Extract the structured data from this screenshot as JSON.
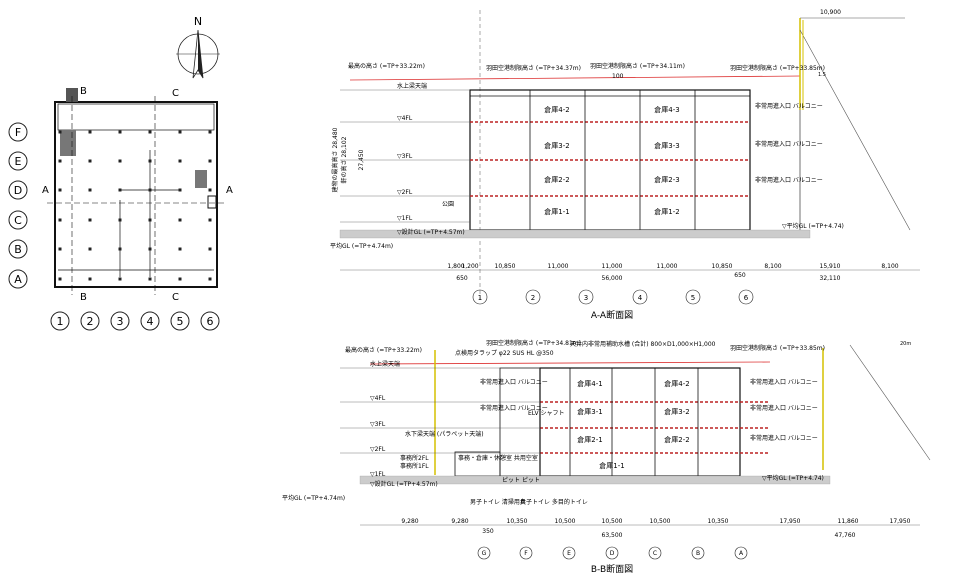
{
  "compass": {
    "label": "N"
  },
  "plan": {
    "row_grid": [
      "F",
      "E",
      "D",
      "C",
      "B",
      "A"
    ],
    "col_grid": [
      "1",
      "2",
      "3",
      "4",
      "5",
      "6"
    ],
    "section_marks": {
      "b": "B",
      "c": "C",
      "a": "A"
    }
  },
  "section_aa": {
    "title": "A-A断面図",
    "bays": [
      "1,800",
      "1,200",
      "10,850",
      "11,000",
      "11,000",
      "11,000",
      "10,850",
      "8,100",
      "15,910",
      "8,100"
    ],
    "totals": {
      "left": "650",
      "main": "56,000",
      "right_offset": "650",
      "site": "32,110",
      "top_dim": "10,900"
    },
    "grid_labels": [
      "1",
      "2",
      "3",
      "4",
      "5",
      "6"
    ],
    "rooms": [
      "倉庫4-2",
      "倉庫4-3",
      "倉庫3-2",
      "倉庫3-3",
      "倉庫2-2",
      "倉庫2-3",
      "倉庫1-1",
      "倉庫1-2"
    ],
    "levels": [
      "水上梁天端",
      "▽4FL",
      "▽3FL",
      "▽2FL",
      "▽1FL",
      "▽設計GL (=TP+4.57m)",
      "平均GL (=TP+4.74m)"
    ],
    "texts": {
      "max_height": "最高の高さ (=TP+33.22m)",
      "haneda1": "羽田空港制限高さ (=TP+34.37m)",
      "haneda2": "羽田空港制限高さ (=TP+34.11m)",
      "haneda3": "羽田空港制限高さ (=TP+33.85m)",
      "park": "公園",
      "heights_v1": "建物の最高高さ 28,480",
      "heights_v2": "軒の高さ 28,102",
      "floors": "27,450",
      "emergency": "非常用進入口 バルコニー",
      "gl_right": "▽平均GL (=TP+4.74)",
      "slope": "1.5",
      "d100": "100"
    }
  },
  "section_bb": {
    "title": "B-B断面図",
    "bays": [
      "9,280",
      "9,280",
      "10,350",
      "10,500",
      "10,500",
      "10,500",
      "10,350",
      "17,950",
      "11,860",
      "17,950"
    ],
    "totals": {
      "left": "350",
      "main": "63,500",
      "site": "47,760",
      "top_dim": "20m"
    },
    "grid_labels": [
      "G",
      "F",
      "E",
      "D",
      "C",
      "B",
      "A"
    ],
    "rooms": [
      "倉庫4-1",
      "倉庫4-2",
      "倉庫3-1",
      "倉庫3-2",
      "倉庫2-1",
      "倉庫2-2",
      "倉庫1-1"
    ],
    "levels": [
      "水上梁天端",
      "▽4FL",
      "▽3FL",
      "▽2FL",
      "事務所2FL",
      "事務所1FL",
      "▽1FL",
      "▽設計GL (=TP+4.57m)",
      "平均GL (=TP+4.74m)"
    ],
    "texts": {
      "max_height": "最高の高さ (=TP+33.22m)",
      "haneda1": "羽田空港制限高さ (=TP+34.81m)",
      "haneda2": "羽田空港制限高さ (=TP+33.85m)",
      "rail": "点検用タラップ φ22 SUS HL @350",
      "ceiling": "天井内非常用補助水槽 (合計) 800×D1,000×H1,000",
      "office": "事務・倉庫・休憩室 共用空室",
      "elv": "ELV シャフト",
      "pit1": "ピット",
      "pit2": "ピット",
      "toilet_m": "男子トイレ 清掃用具",
      "toilet_f": "女子トイレ 多目的トイレ",
      "parapet": "水下梁天端 (パラペット天端)",
      "emergency": "非常用進入口 バルコニー",
      "gl_right": "▽平均GL (=TP+4.74)"
    }
  }
}
